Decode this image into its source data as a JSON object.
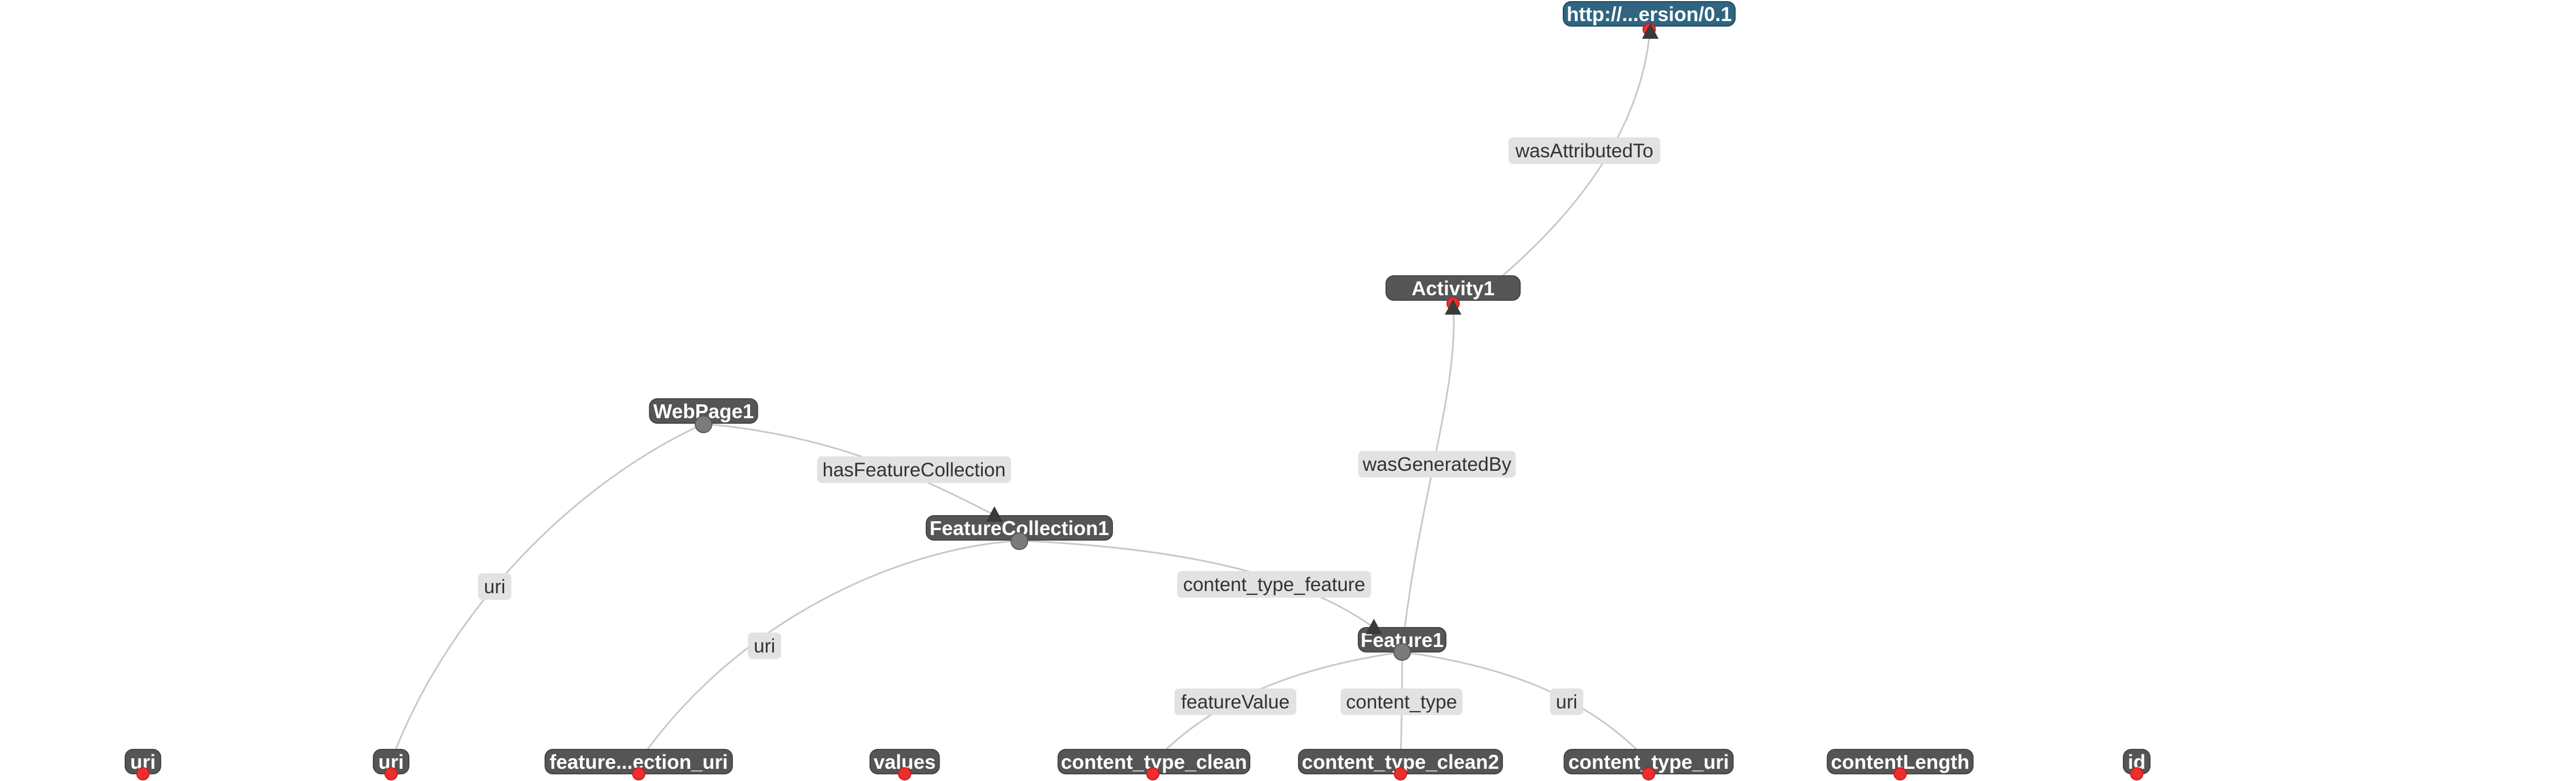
{
  "colors": {
    "node_fill": "#555555",
    "node_fill_highlight": "#2f6580",
    "edge_stroke": "#c8c8c8",
    "edge_label_fill": "#e2e2e2",
    "anchor_red": "#ee2e2e",
    "anchor_gray": "#7b7b7b",
    "arrow": "#3a3a3a"
  },
  "nodes": [
    {
      "id": "version",
      "label": "http://...ersion/0.1",
      "highlight": true
    },
    {
      "id": "activity1",
      "label": "Activity1"
    },
    {
      "id": "webpage1",
      "label": "WebPage1"
    },
    {
      "id": "featurecollection1",
      "label": "FeatureCollection1"
    },
    {
      "id": "feature1",
      "label": "Feature1"
    },
    {
      "id": "uri_a",
      "label": "uri"
    },
    {
      "id": "uri_b",
      "label": "uri"
    },
    {
      "id": "feature_collection_uri",
      "label": "feature...ection_uri"
    },
    {
      "id": "values",
      "label": "values"
    },
    {
      "id": "content_type_clean",
      "label": "content_type_clean"
    },
    {
      "id": "content_type_clean2",
      "label": "content_type_clean2"
    },
    {
      "id": "content_type_uri",
      "label": "content_type_uri"
    },
    {
      "id": "contentLength",
      "label": "contentLength"
    },
    {
      "id": "id",
      "label": "id"
    }
  ],
  "edges": [
    {
      "id": "e_attributed",
      "label": "wasAttributedTo",
      "from": "activity1",
      "to": "version"
    },
    {
      "id": "e_generated",
      "label": "wasGeneratedBy",
      "from": "feature1",
      "to": "activity1"
    },
    {
      "id": "e_hasfc",
      "label": "hasFeatureCollection",
      "from": "webpage1",
      "to": "featurecollection1"
    },
    {
      "id": "e_ctfeature",
      "label": "content_type_feature",
      "from": "featurecollection1",
      "to": "feature1"
    },
    {
      "id": "e_uri_webpage",
      "label": "uri",
      "from": "webpage1",
      "to": "uri_b"
    },
    {
      "id": "e_uri_fc",
      "label": "uri",
      "from": "featurecollection1",
      "to": "feature_collection_uri"
    },
    {
      "id": "e_featurevalue",
      "label": "featureValue",
      "from": "feature1",
      "to": "content_type_clean"
    },
    {
      "id": "e_contenttype",
      "label": "content_type",
      "from": "feature1",
      "to": "content_type_clean2"
    },
    {
      "id": "e_uri_feature",
      "label": "uri",
      "from": "feature1",
      "to": "content_type_uri"
    }
  ]
}
